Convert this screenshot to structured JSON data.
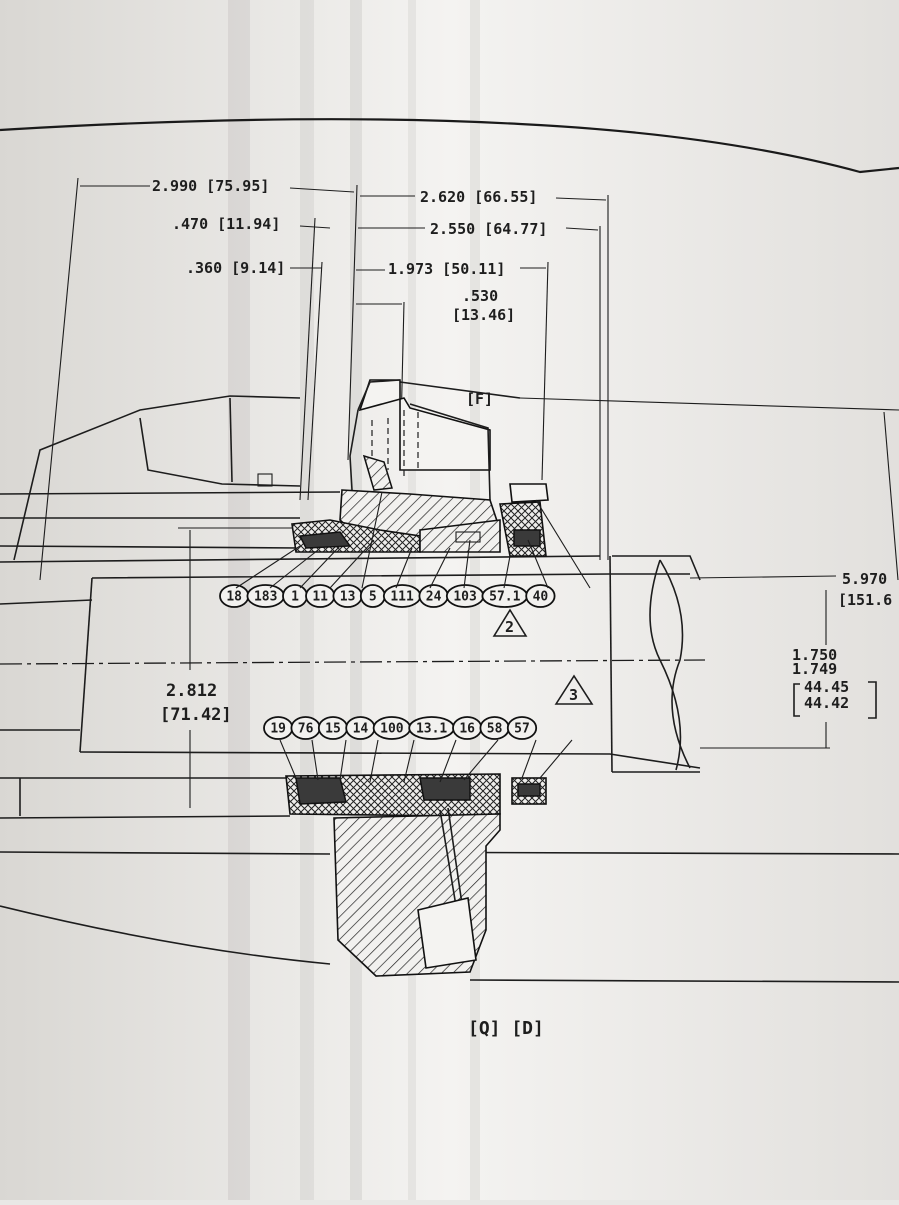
{
  "dimensions": {
    "d_2990": "2.990 [75.95]",
    "d_2620": "2.620 [66.55]",
    "d_470": ".470 [11.94]",
    "d_2550": "2.550 [64.77]",
    "d_360": ".360 [9.14]",
    "d_1973": "1.973 [50.11]",
    "d_530": ".530",
    "d_530mm": "[13.46]",
    "d_2812": "2.812",
    "d_2812mm": "[71.42]",
    "d_5970": "5.970",
    "d_5970mm": "[151.6",
    "d_1750": "1.750",
    "d_1749": "1.749",
    "d_4445": "44.45",
    "d_4442": "44.42"
  },
  "labels": {
    "flag_f": "[F]",
    "flag_qd": "[Q] [D]"
  },
  "balloons_top": [
    "18",
    "183",
    "1",
    "11",
    "13",
    "5",
    "111",
    "24",
    "103",
    "57.1",
    "40"
  ],
  "balloons_bottom": [
    "19",
    "76",
    "15",
    "14",
    "100",
    "13.1",
    "16",
    "58",
    "57"
  ],
  "notes": {
    "triangle_2": "2",
    "triangle_3": "3"
  }
}
